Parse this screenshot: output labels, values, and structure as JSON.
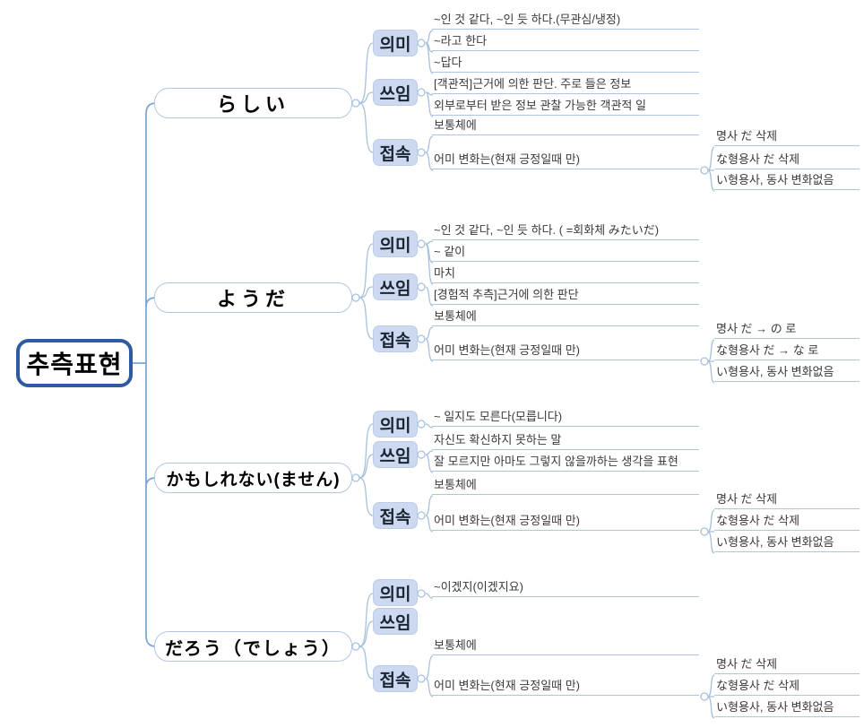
{
  "colors": {
    "root_border": "#2d5aa0",
    "branch_border": "#b3c6e0",
    "group_fill": "#ccd9f1",
    "connector_line": "#a6c1dd",
    "trunk_line": "#7da7d9"
  },
  "root": {
    "label": "추측표현"
  },
  "branches": [
    {
      "label": "らしい",
      "groups": [
        {
          "label": "의미",
          "items": [
            "~인 것 같다, ~인 듯 하다.(무관심/냉정)",
            "~라고 한다",
            "~답다"
          ]
        },
        {
          "label": "쓰임",
          "items": [
            "[객관적]근거에 의한 판단. 주로 들은 정보",
            "외부로부터 받은 정보 관찰 가능한 객관적 일"
          ]
        },
        {
          "label": "접속",
          "items": [
            "보통체에",
            "어미 변화는(현재 긍정일때 만)"
          ],
          "subitems": [
            "명사 だ 삭제",
            "な형용사 だ 삭제",
            "い형용사, 동사 변화없음"
          ]
        }
      ]
    },
    {
      "label": "ようだ",
      "groups": [
        {
          "label": "의미",
          "items": [
            "~인 것 같다, ~인 듯 하다. ( =회화체 みたいだ)",
            "~ 같이",
            "마치"
          ]
        },
        {
          "label": "쓰임",
          "items": [
            "[경험적 추측]근거에 의한 판단"
          ]
        },
        {
          "label": "접속",
          "items": [
            "보통체에",
            "어미 변화는(현재 긍정일때 만)"
          ],
          "subitems": [
            "명사 だ → の 로",
            "な형용사 だ → な 로",
            "い형용사, 동사 변화없음"
          ]
        }
      ]
    },
    {
      "label": "かもしれない(ません)",
      "groups": [
        {
          "label": "의미",
          "items": [
            "~ 일지도 모른다(모릅니다)"
          ]
        },
        {
          "label": "쓰임",
          "items": [
            "자신도 확신하지 못하는 말",
            "잘 모르지만 아마도 그렇지 않을까하는 생각을 표현"
          ]
        },
        {
          "label": "접속",
          "items": [
            "보통체에",
            "어미 변화는(현재 긍정일때 만)"
          ],
          "subitems": [
            "명사 だ 삭제",
            "な형용사 だ 삭제",
            "い형용사, 동사 변화없음"
          ]
        }
      ]
    },
    {
      "label": "だろう（でしょう）",
      "groups": [
        {
          "label": "의미",
          "items": [
            "~이겠지(이겠지요)"
          ]
        },
        {
          "label": "쓰임",
          "items": []
        },
        {
          "label": "접속",
          "items": [
            "보통체에",
            "어미 변화는(현재 긍정일때 만)"
          ],
          "subitems": [
            "명사 だ 삭제",
            "な형용사 だ 삭제",
            "い형용사, 동사 변화없음"
          ]
        }
      ]
    }
  ]
}
